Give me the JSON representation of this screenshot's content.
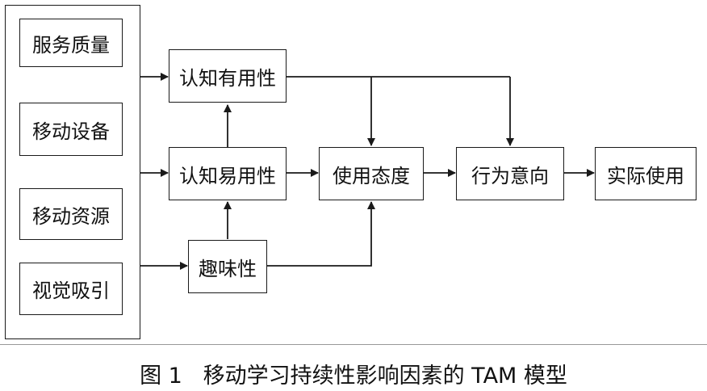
{
  "nodes": {
    "service_quality": "服务质量",
    "mobile_device": "移动设备",
    "mobile_resource": "移动资源",
    "visual_appeal": "视觉吸引",
    "perceived_usefulness": "认知有用性",
    "perceived_ease": "认知易用性",
    "interest": "趣味性",
    "attitude": "使用态度",
    "intention": "行为意向",
    "actual_use": "实际使用"
  },
  "caption": "图 1   移动学习持续性影响因素的 TAM 模型"
}
